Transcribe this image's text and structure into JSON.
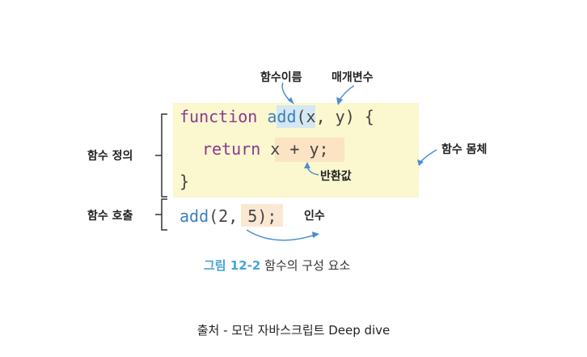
{
  "code": {
    "line1": {
      "keyword": "function",
      "name": "add",
      "params": "(x, y) {"
    },
    "line2": {
      "keyword": "return",
      "expr": "x + y",
      "semi": ";"
    },
    "line3": {
      "brace": "}"
    },
    "line4": {
      "name": "add",
      "args": "(2, 5)",
      "semi": ";"
    }
  },
  "labels": {
    "function_name": "함수이름",
    "parameter": "매개변수",
    "function_body": "함수 몸체",
    "return_value": "반환값",
    "definition": "함수 정의",
    "call": "함수 호출",
    "argument": "인수"
  },
  "caption": {
    "figure_number": "그림 12-2",
    "figure_title": "함수의 구성 요소"
  },
  "source": "출처 - 모던 자바스크립트 Deep dive",
  "colors": {
    "keyword": "#8a3a8f",
    "function_name": "#3a7fc1",
    "body_background": "#fbf7cf",
    "name_highlight": "#d4e8f4",
    "value_highlight": "#fbe3c4",
    "arrow": "#4a8fd0",
    "figure_number": "#4aa3d6"
  }
}
